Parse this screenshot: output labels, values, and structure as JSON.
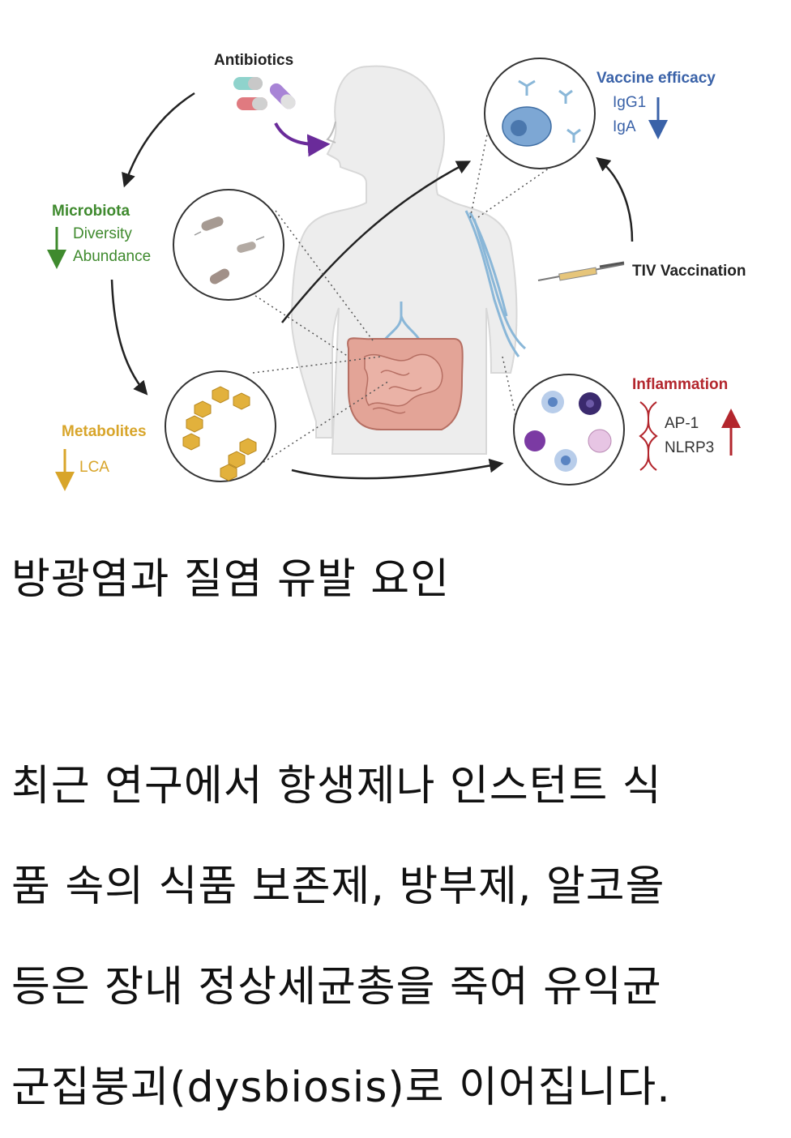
{
  "figure": {
    "antibiotics_label": "Antibiotics",
    "microbiota": {
      "title": "Microbiota",
      "items": [
        "Diversity",
        "Abundance"
      ]
    },
    "metabolites": {
      "title": "Metabolites",
      "items": [
        "LCA"
      ]
    },
    "vaccine": {
      "title": "Vaccine efficacy",
      "items": [
        "IgG1",
        "IgA"
      ]
    },
    "tiv_label": "TIV Vaccination",
    "inflammation": {
      "title": "Inflammation",
      "items": [
        "AP-1",
        "NLRP3"
      ]
    },
    "colors": {
      "microbiota": "#3f8a2e",
      "metabolites": "#d8a52a",
      "vaccine": "#3a62a8",
      "inflammation": "#b3262d",
      "antibiotic_arrow": "#6a2b9a",
      "body": "#ececec",
      "intestine": "#d99a8c",
      "vessel": "#8ab7d8"
    }
  },
  "article": {
    "heading": "방광염과 질염 유발 요인",
    "lines": [
      "최근 연구에서 항생제나 인스턴트 식",
      "품 속의 식품 보존제, 방부제, 알코올",
      "등은 장내 정상세균총을 죽여 유익균",
      "군집붕괴(dysbiosis)로 이어집니다."
    ]
  }
}
